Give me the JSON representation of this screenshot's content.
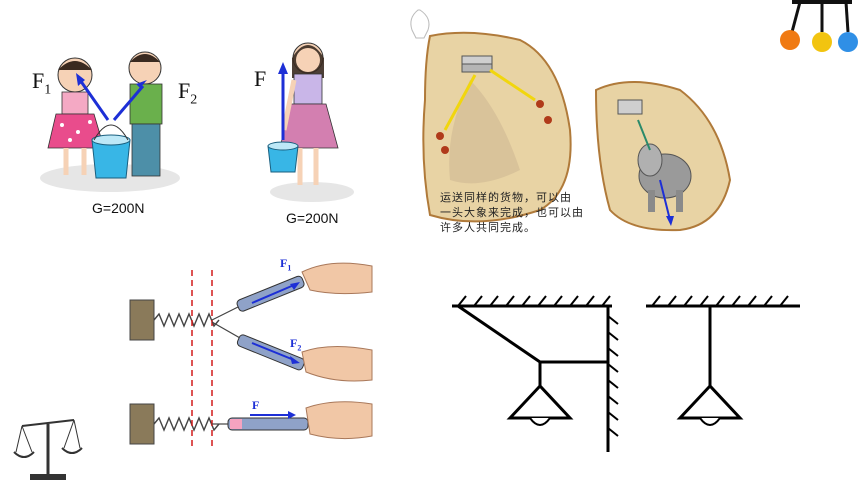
{
  "panels": {
    "two_kids": {
      "f1_label": "F",
      "f1_sub": "1",
      "f2_label": "F",
      "f2_sub": "2",
      "weight": "G=200N"
    },
    "one_girl": {
      "f_label": "F",
      "weight": "G=200N"
    },
    "elephant": {
      "caption_lines": [
        "运送同样的货物，可以由",
        "一头大象来完成，也可以由",
        "许多人共同完成。"
      ]
    },
    "springs": {
      "f1_label": "F",
      "f1_sub": "1",
      "f2_label": "F",
      "f2_sub": "2",
      "f_label": "F"
    }
  },
  "colors": {
    "arrow_blue": "#1d2fd6",
    "spring_scale": "#8fa2c8",
    "dashed_red": "#d21a1a",
    "bead_orange": "#f07a12",
    "bead_yellow": "#f2c410",
    "bead_blue": "#2f8fe6"
  }
}
